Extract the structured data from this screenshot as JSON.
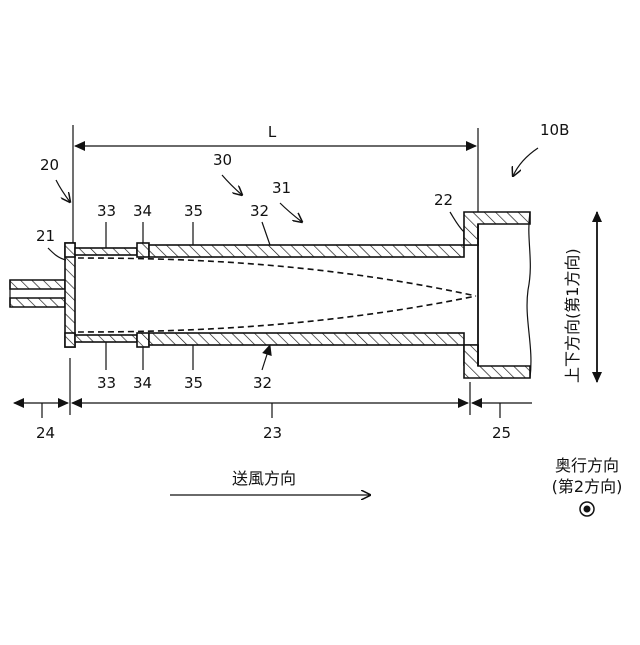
{
  "figure": {
    "length_label": "L",
    "callouts": {
      "c10B": "10B",
      "c20": "20",
      "c21": "21",
      "c22": "22",
      "c30": "30",
      "c31": "31",
      "c32_top": "32",
      "c33_top": "33",
      "c34_top": "34",
      "c35_top": "35",
      "c32_bottom": "32",
      "c33_bottom": "33",
      "c34_bottom": "34",
      "c35_bottom": "35",
      "c23": "23",
      "c24": "24",
      "c25": "25"
    },
    "blow_direction_label": "送風方向",
    "vertical_direction_label": "上下方向(第1方向)",
    "depth_direction_label_line1": "奥行方向",
    "depth_direction_label_line2": "(第2方向)"
  }
}
